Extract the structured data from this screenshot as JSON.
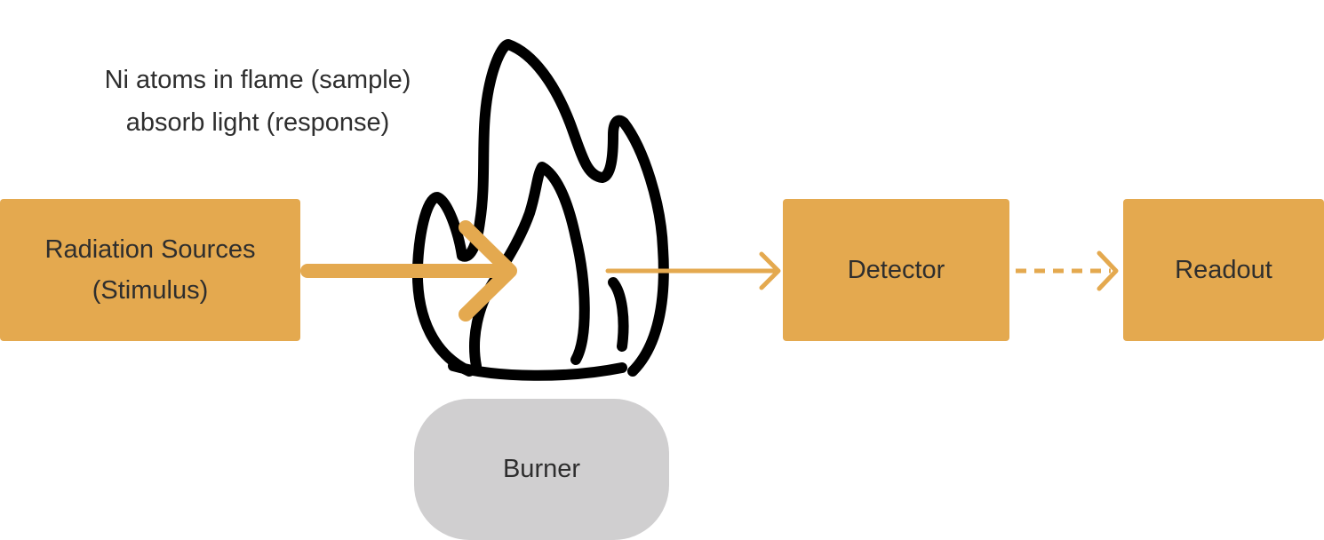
{
  "nodes": {
    "source": {
      "line1": "Radiation Sources",
      "line2": "(Stimulus)"
    },
    "detector": {
      "label": "Detector"
    },
    "readout": {
      "label": "Readout"
    },
    "burner": {
      "label": "Burner"
    }
  },
  "annotation": {
    "line1": "Ni atoms in flame (sample)",
    "line2": "absorb light (response)"
  },
  "icons": {
    "flame": "flame-icon"
  },
  "colors": {
    "box": "#e4a94f",
    "arrow": "#e4a94f",
    "burner": "#d0cfd0",
    "flame_stroke": "#000000",
    "text": "#2e2e2e"
  },
  "edges": [
    {
      "from": "source",
      "to": "flame",
      "style": "thick-solid"
    },
    {
      "from": "flame",
      "to": "detector",
      "style": "solid"
    },
    {
      "from": "detector",
      "to": "readout",
      "style": "dashed"
    }
  ]
}
